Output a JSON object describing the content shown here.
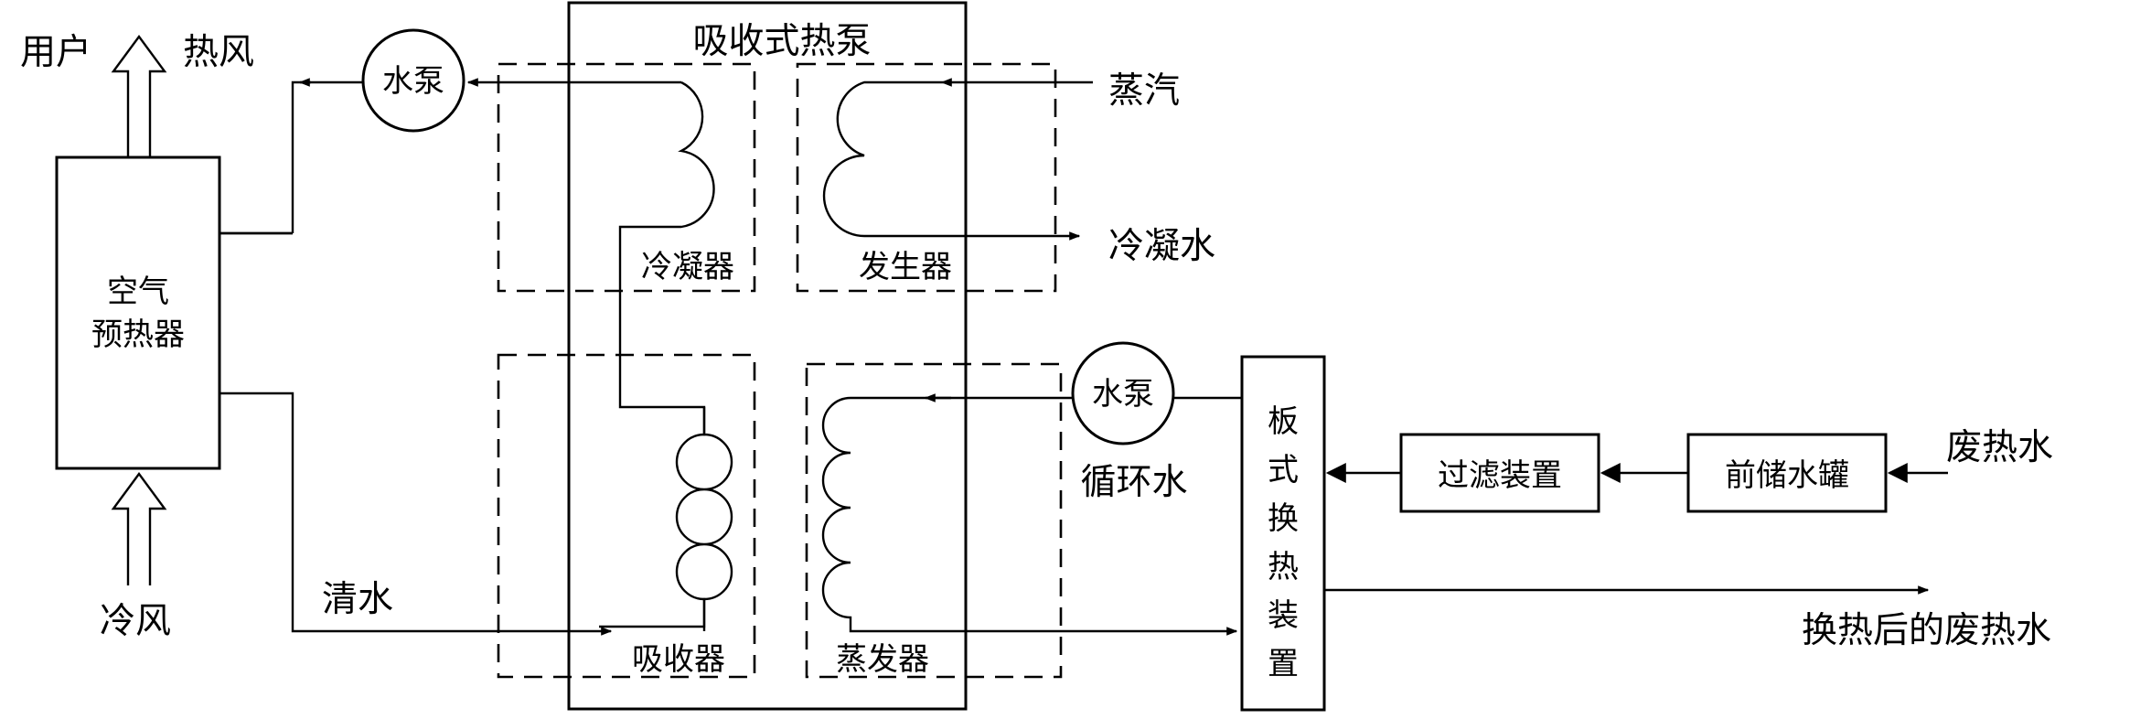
{
  "labels": {
    "user": "用户",
    "hot_air": "热风",
    "cold_air": "冷风",
    "air_preheater_line1": "空气",
    "air_preheater_line2": "预热器",
    "water_pump_top": "水泵",
    "water_pump_mid": "水泵",
    "absorption_heat_pump": "吸收式热泵",
    "condenser": "冷凝器",
    "generator": "发生器",
    "absorber": "吸收器",
    "evaporator": "蒸发器",
    "steam": "蒸汽",
    "condensate": "冷凝水",
    "circulating_water": "循环水",
    "clean_water": "清水",
    "plate_hx_chars": [
      "板",
      "式",
      "换",
      "热",
      "装",
      "置"
    ],
    "filter_device": "过滤装置",
    "pre_storage_tank": "前储水罐",
    "waste_hot_water": "废热水",
    "waste_water_after_hx": "换热后的废热水"
  }
}
